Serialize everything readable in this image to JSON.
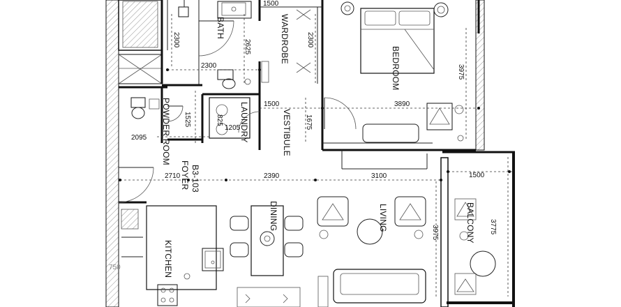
{
  "rooms": {
    "bath": "BATH",
    "wardrobe": "WARDROBE",
    "bedroom": "BEDROOM",
    "powder_room": "POWDER ROOM",
    "laundry": "LAUNDRY",
    "vestibule": "VESTIBULE",
    "foyer": "FOYER",
    "unit": "B3-103",
    "dining": "DINING",
    "living": "LIVING",
    "kitchen": "KITCHEN",
    "balcony": "BALCONY"
  },
  "dimensions": {
    "bath_width": "1500",
    "bath_left_height": "2300",
    "wardrobe_height": "2625",
    "wardrobe_right_height": "2300",
    "bath_bottom": "2300",
    "bedroom_height": "3975",
    "bedroom_width": "3890",
    "vestibule_width": "1500",
    "vestibule_height": "1675",
    "powder_height": "1525",
    "powder_width": "2095",
    "laundry_a": "825",
    "laundry_b": "1205",
    "foyer_width": "2710",
    "dining_width": "2390",
    "living_width": "3100",
    "balcony_width": "1500",
    "living_height": "3975",
    "balcony_height": "3775",
    "kitchen_mark": "750"
  },
  "colors": {
    "ink": "#111111",
    "hatch": "#9a9a9a"
  }
}
